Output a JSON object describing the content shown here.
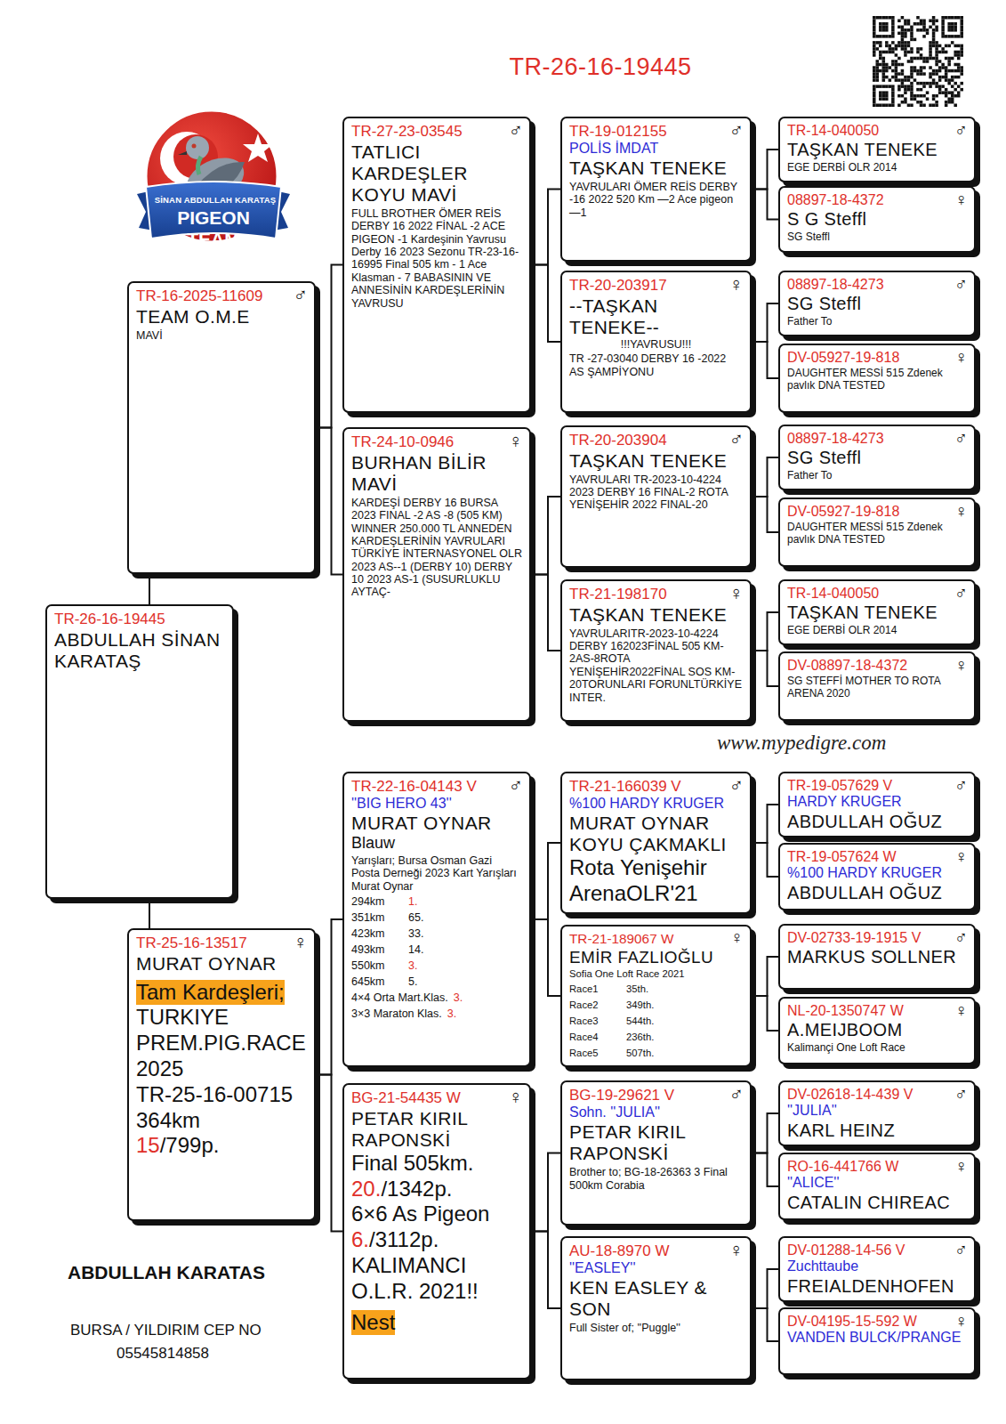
{
  "diagram": {
    "title": "TR-26-16-19445",
    "nodes": [
      {
        "text": [
          "TR-26-16-19445",
          "ABDULLAH SİNAN KARATAŞ"
        ]
      },
      {
        "text": [
          "TR-16-2025-11609",
          "♂",
          "TEAM O.M.E",
          "MAVİ"
        ]
      },
      {
        "text": [
          "TR-25-16-13517",
          "♀",
          "MURAT OYNAR",
          "Tam Kardeşleri;",
          "TURKIYE PREM.PIG.RACE2025",
          "TR-25-16-00715",
          "364km",
          "15",
          "/799p."
        ]
      },
      {
        "text": [
          "TR-27-23-03545",
          "♂",
          "TATLICI KARDEŞLER KOYU MAVİ",
          "FULL BROTHER ÖMER REİS DERBY 16 2022 FİNAL -2 ACE PIGEON -1 Kardeşinin Yavrusu Derby 16 2023 Sezonu TR-23-16-16995 Final 505 km - 1 Ace Klasman - 7 BABASININ VE ANNESİNİN KARDEŞLERİNİN YAVRUSU"
        ]
      },
      {
        "text": [
          "TR-24-10-0946",
          "♀",
          "BURHAN BİLİR MAVİ",
          "KARDEŞİ DERBY 16 BURSA 2023 FINAL -2 AS -8 (505 KM) WINNER 250.000 TL ANNEDEN KARDEŞLERİNİN YAVRULARI TÜRKİYE İNTERNASYONEL OLR 2023 AS--1 (DERBY 10) DERBY 10 2023 AS-1 (SUSURLUKLU AYTAÇ-"
        ]
      },
      {
        "text": [
          "TR-22-16-04143 V",
          "♂",
          "''BIG HERO 43''",
          "MURAT OYNAR",
          "Blauw",
          "Yarışları; Bursa Osman Gazi Posta Derneği 2023 Kart Yarışları Murat Oynar",
          "294km",
          "1.",
          "351km",
          "65.",
          "423km",
          "33.",
          "493km",
          "14.",
          "550km",
          "3.",
          "645km",
          "5.",
          "4×4 Orta Mart.Klas.",
          "3.",
          "3×3 Maraton Klas.",
          "3."
        ]
      },
      {
        "text": [
          "BG-21-54435 W",
          "♀",
          "PETAR KIRIL RAPONSKİ",
          "Final 505km.",
          "20.",
          "/1342p.",
          "6×6 As Pigeon",
          "6.",
          "/3112p.",
          "KALIMANCI O.L.R. 2021!!",
          "Nest"
        ]
      },
      {
        "text": [
          "TR-19-012155",
          "♂",
          "POLİS İMDAT",
          "TAŞKAN TENEKE",
          "YAVRULARI ÖMER REİS DERBY -16 2022 520 Km —2 Ace pigeon —1"
        ]
      },
      {
        "text": [
          "TR-20-203917",
          "♀",
          "--TAŞKAN TENEKE--",
          "!!!YAVRUSU!!!",
          "TR -27-03040 DERBY 16 -2022 AS ŞAMPİYONU"
        ]
      },
      {
        "text": [
          "TR-20-203904",
          "♂",
          "TAŞKAN TENEKE",
          "YAVRULARI TR-2023-10-4224 2023 DERBY 16 FINAL-2 ROTA YENİŞEHİR 2022 FINAL-20"
        ]
      },
      {
        "text": [
          "TR-21-198170",
          "♀",
          "TAŞKAN TENEKE",
          "YAVRULARITR-2023-10-4224 DERBY 162023FİNAL 505 KM-2AS-8ROTA YENİŞEHİR2022FİNAL SOS KM-20TORUNLARI FORUNLTÜRKİYE INTER."
        ]
      },
      {
        "text": [
          "TR-21-166039 V",
          "♂",
          "%100 HARDY KRUGER",
          "MURAT OYNAR KOYU ÇAKMAKLI",
          "Rota Yenişehir ArenaOLR'21"
        ]
      },
      {
        "text": [
          "TR-21-189067 W",
          "♀",
          "EMİR FAZLIOĞLU",
          "Sofia One Loft Race 2021",
          "Race1",
          "35th.",
          "Race2",
          "349th.",
          "Race3",
          "544th.",
          "Race4",
          "236th.",
          "Race5",
          "507th."
        ]
      },
      {
        "text": [
          "BG-19-29621 V",
          "♂",
          "Sohn. ''JULIA''",
          "PETAR KIRIL RAPONSKİ",
          "Brother to; BG-18-26363 3 Final 500km Corabia"
        ]
      },
      {
        "text": [
          "AU-18-8970 W",
          "♀",
          "''EASLEY''",
          "KEN EASLEY & SON",
          "Full Sister of; ''Puggle''"
        ]
      },
      {
        "text": [
          "TR-14-040050",
          "♂",
          "TAŞKAN TENEKE",
          "EGE DERBİ OLR 2014"
        ]
      },
      {
        "text": [
          "08897-18-4372",
          "♀",
          "S G Steffl",
          "SG Steffl"
        ]
      },
      {
        "text": [
          "08897-18-4273",
          "♂",
          "SG Steffl",
          "Father To"
        ]
      },
      {
        "text": [
          "DV-05927-19-818",
          "♀",
          "DAUGHTER MESSİ 515 Zdenek pavlık DNA TESTED"
        ]
      },
      {
        "text": [
          "08897-18-4273",
          "♂",
          "SG Steffl",
          "Father To"
        ]
      },
      {
        "text": [
          "DV-05927-19-818",
          "♀",
          "DAUGHTER MESSİ 515 Zdenek pavlık DNA TESTED"
        ]
      },
      {
        "text": [
          "TR-14-040050",
          "♂",
          "TAŞKAN TENEKE",
          "EGE DERBİ OLR 2014"
        ]
      },
      {
        "text": [
          "DV-08897-18-4372",
          "♀",
          "SG STEFFİ MOTHER TO ROTA ARENA 2020"
        ]
      },
      {
        "text": [
          "TR-19-057629 V",
          "♂",
          "HARDY KRUGER",
          "ABDULLAH OĞUZ"
        ]
      },
      {
        "text": [
          "TR-19-057624 W",
          "♀",
          "%100 HARDY KRUGER",
          "ABDULLAH OĞUZ"
        ]
      },
      {
        "text": [
          "DV-02733-19-1915 V",
          "♂",
          "MARKUS SOLLNER"
        ]
      },
      {
        "text": [
          "NL-20-1350747 W",
          "♀",
          "A.MEIJBOOM",
          "Kalimançi One Loft Race"
        ]
      },
      {
        "text": [
          "DV-02618-14-439 V",
          "♂",
          "''JULIA''",
          "KARL HEINZ"
        ]
      },
      {
        "text": [
          "RO-16-441766 W",
          "♀",
          "''ALICE''",
          "CATALIN CHIREAC"
        ]
      },
      {
        "text": [
          "DV-01288-14-56 V",
          "♂",
          "Zuchttaube",
          "FREIALDENHOFEN"
        ]
      },
      {
        "text": [
          "DV-04195-15-592 W",
          "♀",
          "VANDEN BULCK/PRANGE"
        ]
      }
    ],
    "edges": [
      {
        "from": 0,
        "to": 1,
        "arrow": "none"
      },
      {
        "from": 0,
        "to": 2,
        "arrow": "none"
      },
      {
        "from": 1,
        "to": 3,
        "arrow": "none"
      },
      {
        "from": 1,
        "to": 4,
        "arrow": "none"
      },
      {
        "from": 2,
        "to": 5,
        "arrow": "none"
      },
      {
        "from": 2,
        "to": 6,
        "arrow": "none"
      },
      {
        "from": 3,
        "to": 7,
        "arrow": "none"
      },
      {
        "from": 3,
        "to": 8,
        "arrow": "none"
      },
      {
        "from": 4,
        "to": 9,
        "arrow": "none"
      },
      {
        "from": 4,
        "to": 10,
        "arrow": "none"
      },
      {
        "from": 5,
        "to": 11,
        "arrow": "none"
      },
      {
        "from": 5,
        "to": 12,
        "arrow": "none"
      },
      {
        "from": 6,
        "to": 13,
        "arrow": "none"
      },
      {
        "from": 6,
        "to": 14,
        "arrow": "none"
      },
      {
        "from": 7,
        "to": 15,
        "arrow": "none"
      },
      {
        "from": 7,
        "to": 16,
        "arrow": "none"
      },
      {
        "from": 8,
        "to": 17,
        "arrow": "none"
      },
      {
        "from": 8,
        "to": 18,
        "arrow": "none"
      },
      {
        "from": 9,
        "to": 19,
        "arrow": "none"
      },
      {
        "from": 9,
        "to": 20,
        "arrow": "none"
      },
      {
        "from": 10,
        "to": 21,
        "arrow": "none"
      },
      {
        "from": 10,
        "to": 22,
        "arrow": "none"
      },
      {
        "from": 11,
        "to": 23,
        "arrow": "none"
      },
      {
        "from": 11,
        "to": 24,
        "arrow": "none"
      },
      {
        "from": 12,
        "to": 25,
        "arrow": "none"
      },
      {
        "from": 12,
        "to": 26,
        "arrow": "none"
      },
      {
        "from": 13,
        "to": 27,
        "arrow": "none"
      },
      {
        "from": 13,
        "to": 28,
        "arrow": "none"
      },
      {
        "from": 14,
        "to": 29,
        "arrow": "none"
      },
      {
        "from": 14,
        "to": 30,
        "arrow": "none"
      }
    ],
    "labels": [
      "SİNAN ABDULLAH KARATAŞ",
      "PIGEON TEAM",
      "www.mypedigre.com",
      "ABDULLAH KARATAS",
      "BURSA / YILDIRIM  CEP NO",
      "05545814858"
    ]
  }
}
